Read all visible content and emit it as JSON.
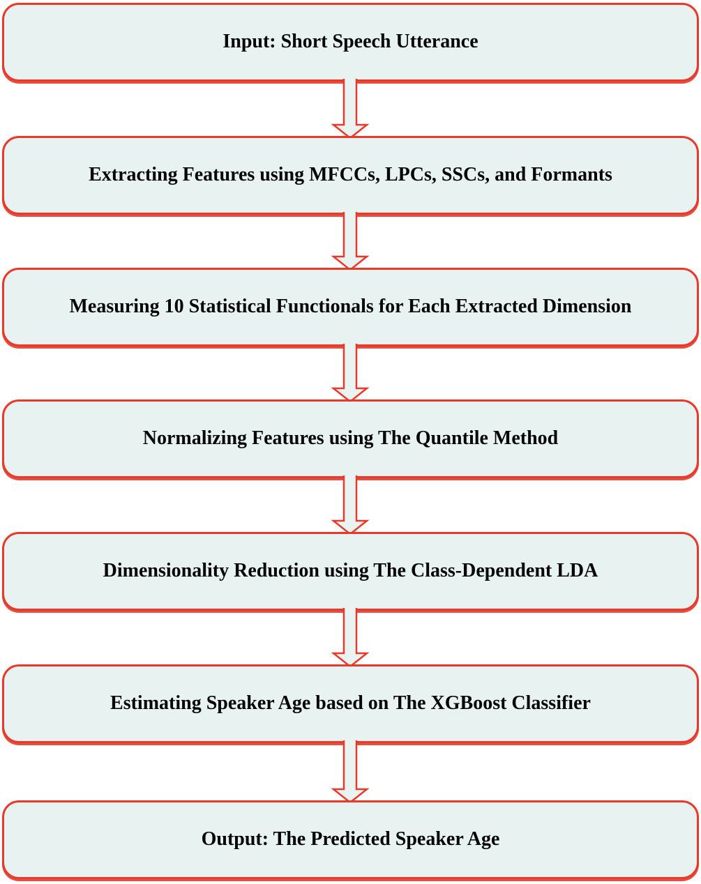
{
  "flowchart": {
    "type": "vertical-flow",
    "steps": [
      {
        "id": "input",
        "label": "Input: Short Speech Utterance"
      },
      {
        "id": "extract",
        "label": "Extracting Features using MFCCs, LPCs, SSCs, and Formants"
      },
      {
        "id": "measure",
        "label": "Measuring 10 Statistical Functionals for Each Extracted Dimension"
      },
      {
        "id": "normalize",
        "label": "Normalizing Features using The Quantile Method"
      },
      {
        "id": "reduce",
        "label": "Dimensionality Reduction using The Class-Dependent LDA"
      },
      {
        "id": "estimate",
        "label": "Estimating Speaker Age based on The XGBoost Classifier"
      },
      {
        "id": "output",
        "label": "Output: The Predicted Speaker Age"
      }
    ],
    "connectors": {
      "count": 6,
      "direction": "down",
      "style": "hollow-block-arrow"
    },
    "colors": {
      "box_fill": "#e8f3f1",
      "box_border": "#e8392a",
      "arrow_fill": "#e9f4f2",
      "arrow_outline": "#e8392a",
      "text": "#050505",
      "background": "#ffffff"
    }
  }
}
